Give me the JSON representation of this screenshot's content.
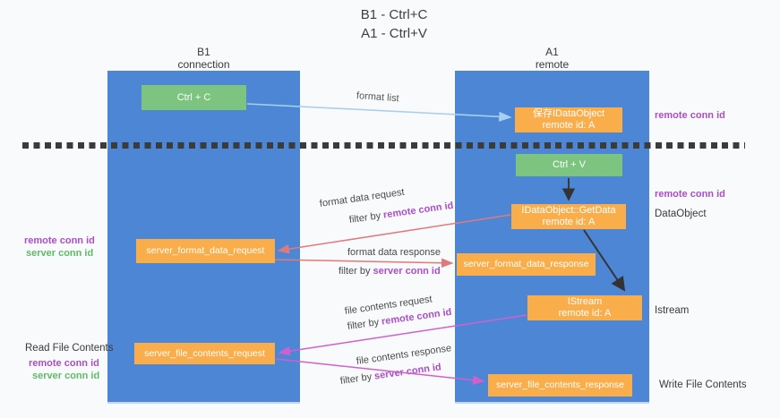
{
  "title": {
    "line1": "B1 - Ctrl+C",
    "line2": "A1 - Ctrl+V"
  },
  "lanes": {
    "left": {
      "name": "B1",
      "role": "connection"
    },
    "right": {
      "name": "A1",
      "role": "remote"
    }
  },
  "nodes": {
    "ctrl_c": "Ctrl + C",
    "ctrl_v": "Ctrl + V",
    "save_idataobject": {
      "line1": "保存IDataObject",
      "line2": "remote id: A"
    },
    "getdata": {
      "line1": "IDataObject::GetData",
      "line2": "remote id: A"
    },
    "istream": {
      "line1": "IStream",
      "line2": "remote id: A"
    },
    "server_format_data_request": "server_format_data_request",
    "server_format_data_response": "server_format_data_response",
    "server_file_contents_request": "server_file_contents_request",
    "server_file_contents_response": "server_file_contents_response"
  },
  "arrow_labels": {
    "format_list": "format list",
    "format_data_request": "format data request",
    "format_data_response": "format data response",
    "file_contents_request": "file contents request",
    "file_contents_response": "file contents response",
    "filter_by": "filter by ",
    "remote_conn_id": "remote conn id",
    "server_conn_id": "server conn id"
  },
  "side_labels": {
    "remote_conn_id": "remote conn id",
    "server_conn_id": "server conn id",
    "dataobject": "DataObject",
    "istream": "Istream",
    "read_file_contents": "Read File Contents",
    "write_file_contents": "Write File Contents"
  },
  "colors": {
    "lane_blue": "#4e86d6",
    "node_green": "#7cc47f",
    "node_orange": "#f9ae4b",
    "arrow_lightblue": "#a9cfee",
    "arrow_red": "#e07a7a",
    "arrow_magenta": "#d060ce",
    "arrow_black": "#333333",
    "text_purple": "#a94fc6",
    "text_green": "#5fba68"
  }
}
